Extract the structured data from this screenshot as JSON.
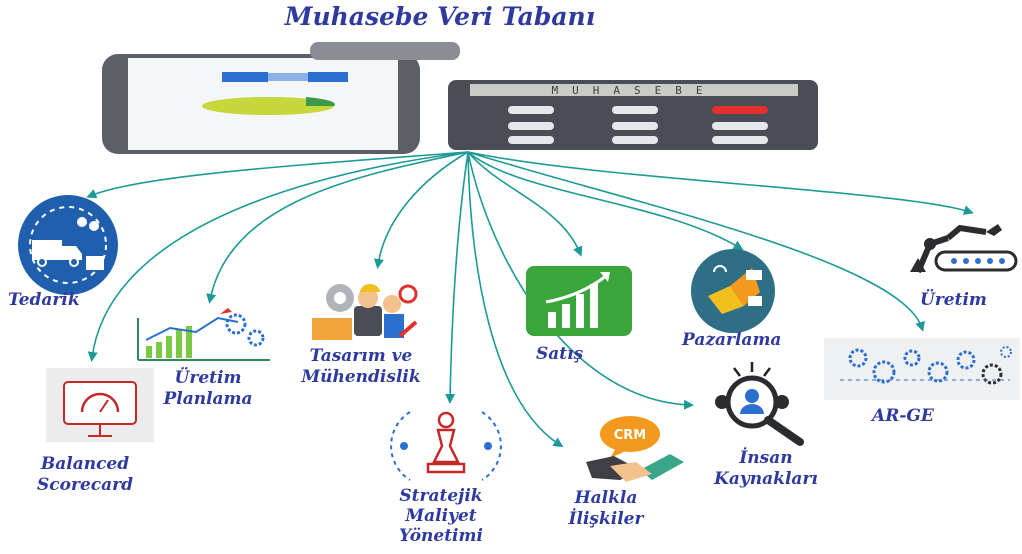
{
  "title": "Muhasebe Veri Tabanı",
  "calculator_display": "MUHASEBE",
  "nodes": {
    "tedarik": "Tedarik",
    "balanced": [
      "Balanced",
      "Scorecard"
    ],
    "uretim_planlama": [
      "Üretim",
      "Planlama"
    ],
    "tasarim": [
      "Tasarım ve",
      "Mühendislik"
    ],
    "stratejik": [
      "Stratejik",
      "Maliyet",
      "Yönetimi"
    ],
    "satis": "Satış",
    "halkla": [
      "Halkla",
      "İlişkiler"
    ],
    "pazarlama": "Pazarlama",
    "insan": [
      "İnsan",
      "Kaynakları"
    ],
    "uretim": "Üretim",
    "arge": "AR-GE"
  },
  "crm_badge": "CRM",
  "colors": {
    "label": "#2f3aa0",
    "arrow": "#1e9a96",
    "monitor_frame": "#5c5f66",
    "calculator_body": "#4a4d55",
    "calculator_red_key": "#e53030",
    "tedarik_circle": "#1f5fae",
    "satis_square": "#3aa53a",
    "pazarlama_circle": "#2f6f86",
    "crm_orange": "#f39a1e",
    "chess_red": "#c62828"
  }
}
